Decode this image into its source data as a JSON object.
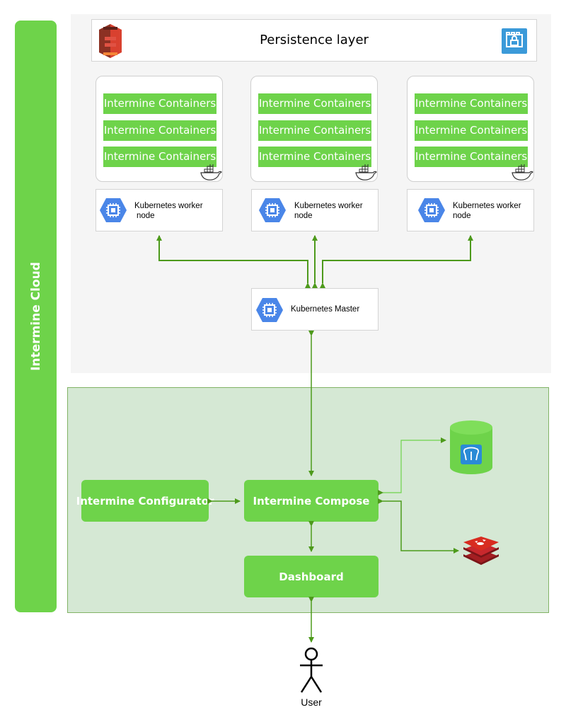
{
  "sidebar": {
    "label": "Intermine Cloud"
  },
  "persistence": {
    "title": "Persistence layer"
  },
  "container_label": "Intermine Containers",
  "worker_label_line1": "Kubernetes worker",
  "worker_label_line2": "node",
  "master_label": "Kubernetes Master",
  "configurator_label": "Intermine Configurator",
  "compose_label": "Intermine Compose",
  "dashboard_label": "Dashboard",
  "user_label": "User",
  "colors": {
    "accent_green": "#6ed34a",
    "line_green": "#4d9a1b",
    "panel_green": "#d5e8d4",
    "gcp_blue": "#4a86e8",
    "redis_red": "#c8282d",
    "s3_red": "#d9412f"
  },
  "icons": [
    "amazon-s3-icon",
    "database-lock-icon",
    "docker-whale-icon",
    "gcp-compute-icon",
    "postgres-elephant-icon",
    "redis-icon",
    "user-stick-figure-icon"
  ]
}
